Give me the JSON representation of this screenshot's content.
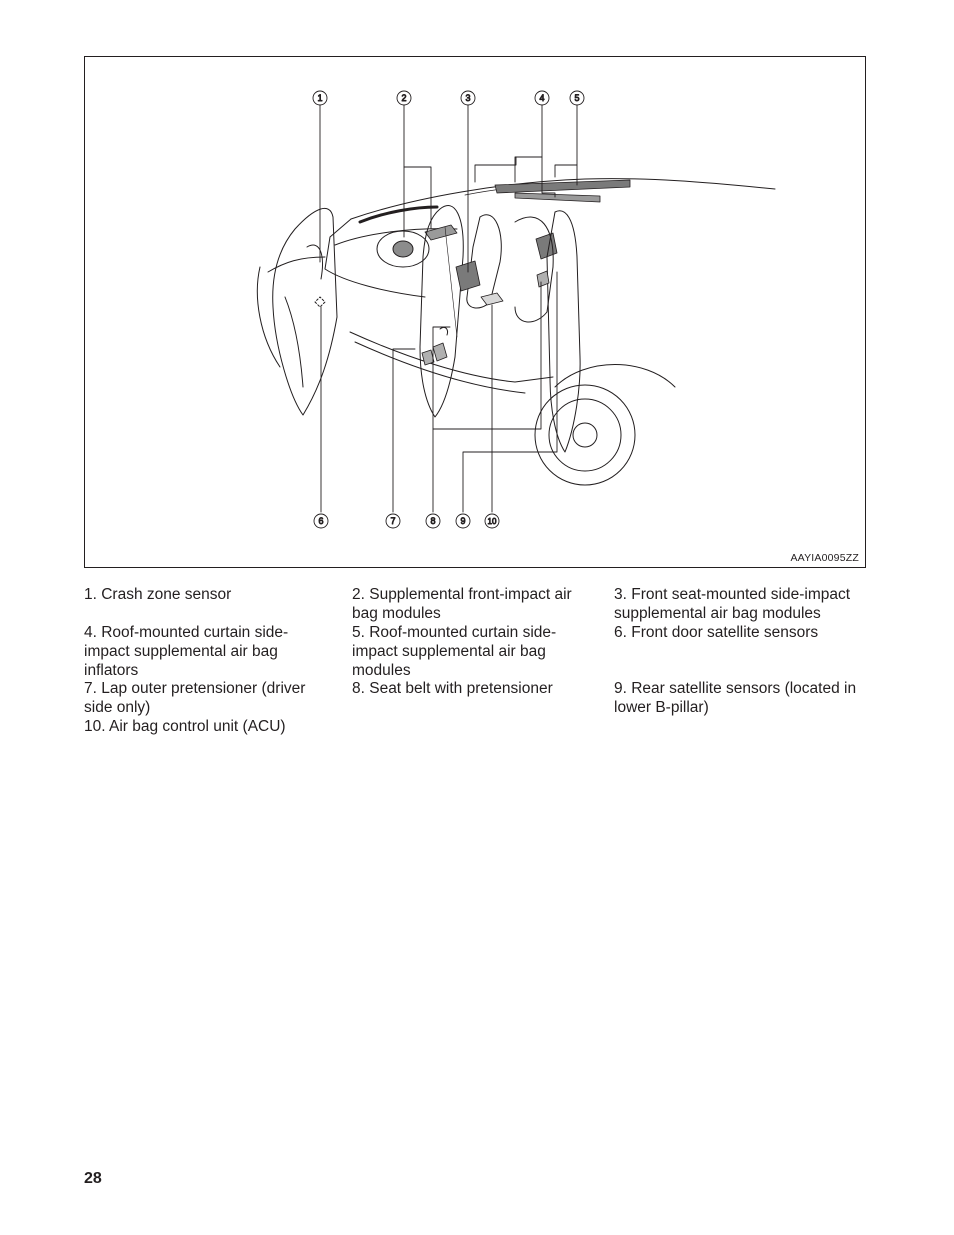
{
  "figure": {
    "code": "AAYIA0095ZZ",
    "callouts": [
      "1",
      "2",
      "3",
      "4",
      "5",
      "6",
      "7",
      "8",
      "9",
      "10"
    ]
  },
  "legend": [
    "1. Crash zone sensor",
    "2. Supplemental front-impact air bag modules",
    "3. Front seat-mounted side-impact supplemental air bag modules",
    "4. Roof-mounted curtain side-impact supplemental air bag inflators",
    "5. Roof-mounted curtain side-impact supplemental air bag modules",
    "6. Front door satellite sensors",
    "7. Lap outer pretensioner (driver side only)",
    "8. Seat belt with pretensioner",
    "9. Rear satellite sensors (located in lower B-pillar)",
    "10. Air bag control unit (ACU)"
  ],
  "page_number": "28"
}
